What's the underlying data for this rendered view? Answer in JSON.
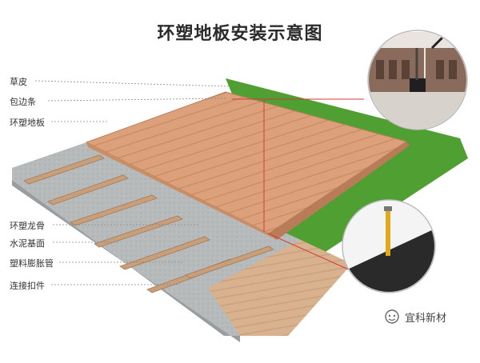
{
  "title": "环塑地板安装示意图",
  "labels": {
    "turf": "草皮",
    "edge_strip": "包边条",
    "wpc_floor": "环塑地板",
    "wpc_joist": "环塑龙骨",
    "cement_base": "水泥基面",
    "expansion_tube": "塑料膨胀管",
    "clip": "连接扣件"
  },
  "watermark": "宜科新材",
  "colors": {
    "grass": "#4f9f33",
    "deck": "#dca07a",
    "concrete": "#b9bcbd",
    "joist": "#c99f7a",
    "leader": "#d63a3a"
  },
  "icons": [
    "wechat-icon"
  ]
}
